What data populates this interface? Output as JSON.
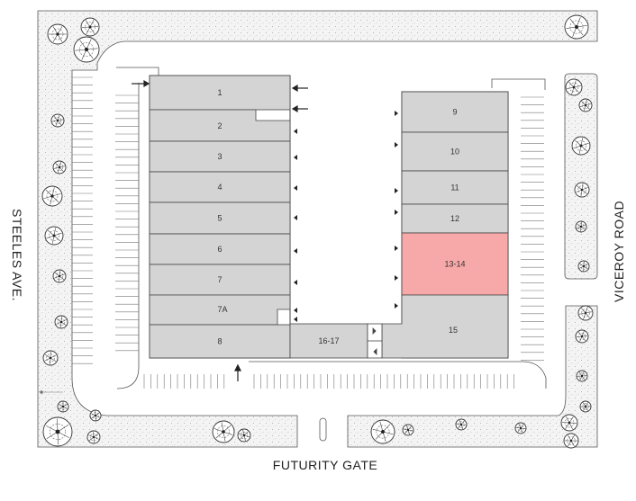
{
  "map": {
    "streets": {
      "left": "STEELES AVE.",
      "bottom": "FUTURITY GATE",
      "right": "VICEROY ROAD"
    },
    "units": [
      {
        "label": "1"
      },
      {
        "label": "2"
      },
      {
        "label": "3"
      },
      {
        "label": "4"
      },
      {
        "label": "5"
      },
      {
        "label": "6"
      },
      {
        "label": "7"
      },
      {
        "label": "7A"
      },
      {
        "label": "8"
      },
      {
        "label": "16-17"
      },
      {
        "label": "9"
      },
      {
        "label": "10"
      },
      {
        "label": "11"
      },
      {
        "label": "12"
      },
      {
        "label": "13-14"
      },
      {
        "label": "15"
      }
    ],
    "highlighted_unit": "13-14",
    "colors": {
      "unit_fill": "#d4d4d4",
      "highlight_fill": "#f7a8a8",
      "landscape_fill": "#eeeeee"
    }
  }
}
